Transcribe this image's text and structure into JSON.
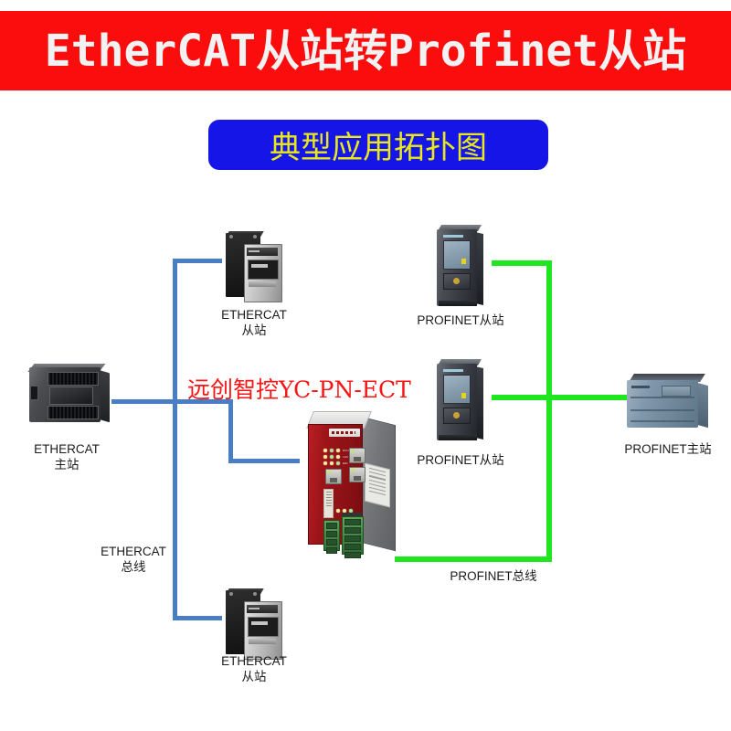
{
  "banner": {
    "title": "EtherCAT从站转Profinet从站",
    "bg_color": "#fb0d0d",
    "text_color": "#f2f2f2"
  },
  "subtitle": {
    "text": "典型应用拓扑图",
    "bg_color": "#1515e8",
    "text_color": "#e8e81a"
  },
  "product": {
    "name": "远创智控YC-PN-ECT",
    "color": "#fb1414"
  },
  "nodes": {
    "ethercat_master": {
      "label": "ETHERCAT\n主站"
    },
    "ethercat_slave_top": {
      "label": "ETHERCAT\n从站"
    },
    "ethercat_slave_bottom": {
      "label": "ETHERCAT\n从站"
    },
    "profinet_slave_top": {
      "label": "PROFINET从站"
    },
    "profinet_slave_bottom": {
      "label": "PROFINET从站"
    },
    "profinet_master": {
      "label": "PROFINET主站"
    }
  },
  "buses": {
    "ethercat": {
      "label": "ETHERCAT\n总线",
      "color": "#4a7ec4"
    },
    "profinet": {
      "label": "PROFINET总线",
      "color": "#1fe71f"
    }
  }
}
